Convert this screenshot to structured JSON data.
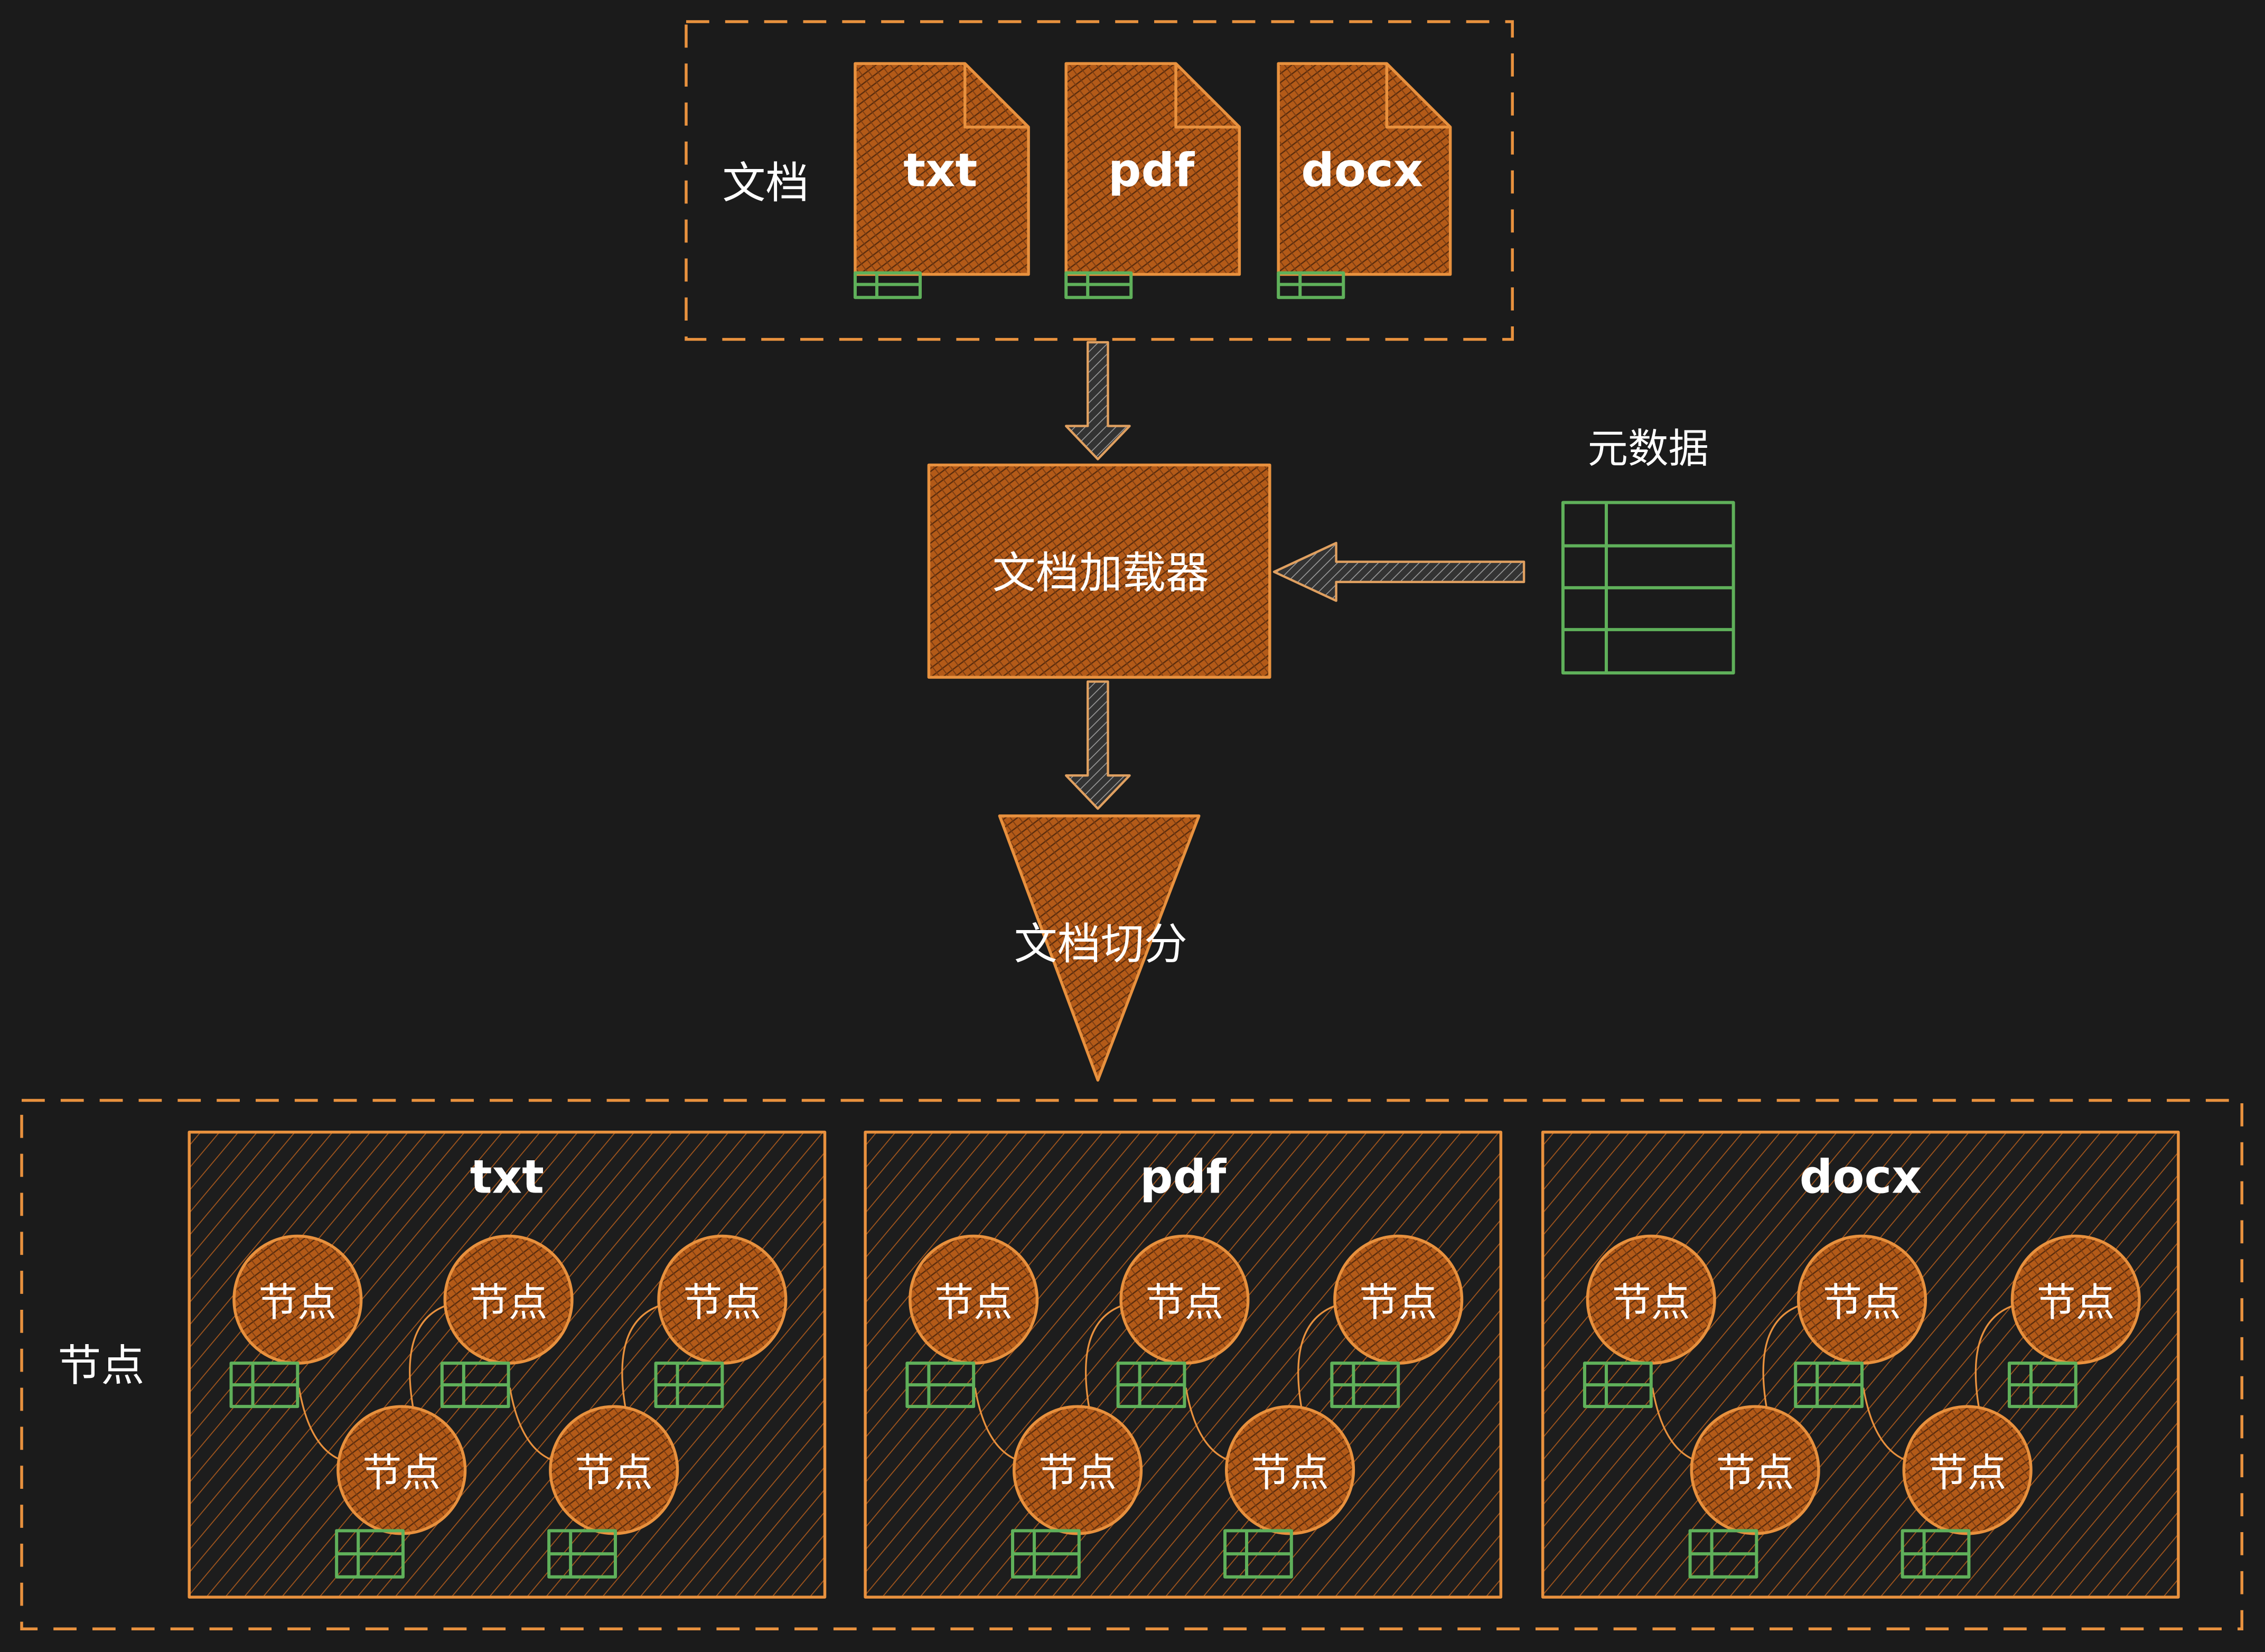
{
  "colors": {
    "background": "#1b1b1b",
    "accent_orange": "#e8913e",
    "fill_orange": "#b35a18",
    "table_green": "#5fb05a",
    "text": "#ffffff",
    "arrow_fill": "#3a3a3a"
  },
  "icons": {
    "document": "file-icon",
    "metadata": "table-icon",
    "node_tag": "table-icon"
  },
  "documents": {
    "label": "文档",
    "files": [
      {
        "label": "txt"
      },
      {
        "label": "pdf"
      },
      {
        "label": "docx"
      }
    ]
  },
  "loader": {
    "label": "文档加载器"
  },
  "metadata": {
    "label": "元数据"
  },
  "splitter": {
    "label": "文档切分"
  },
  "nodes_group": {
    "label": "节点",
    "panels": [
      {
        "title": "txt",
        "nodes": [
          "节点",
          "节点",
          "节点",
          "节点",
          "节点"
        ]
      },
      {
        "title": "pdf",
        "nodes": [
          "节点",
          "节点",
          "节点",
          "节点",
          "节点"
        ]
      },
      {
        "title": "docx",
        "nodes": [
          "节点",
          "节点",
          "节点",
          "节点",
          "节点"
        ]
      }
    ]
  }
}
